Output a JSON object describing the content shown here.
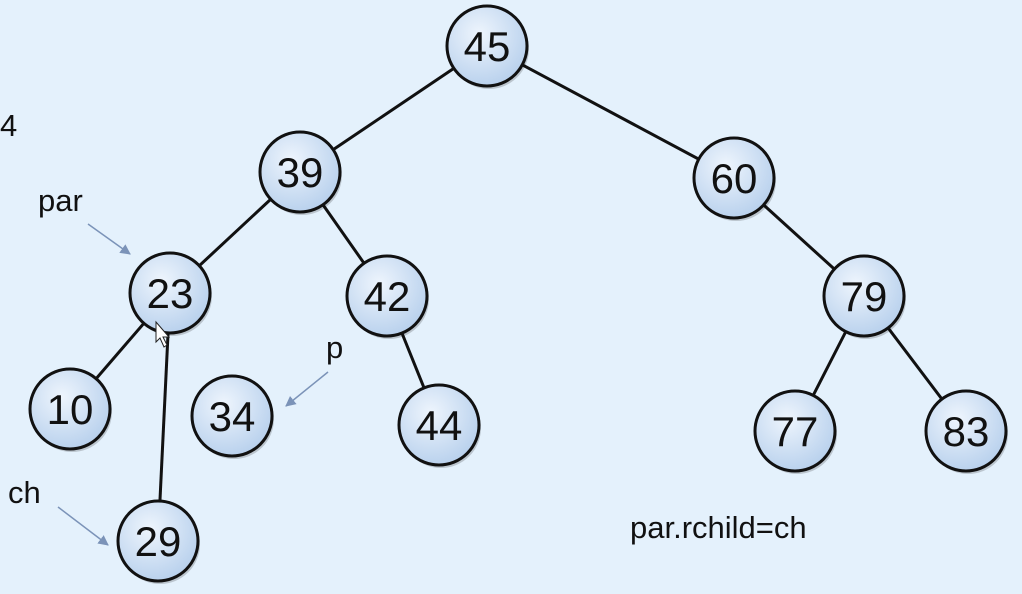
{
  "slide": {
    "page_fragment": "4",
    "annotations": {
      "par": "par",
      "p": "p",
      "ch": "ch",
      "code": "par.rchild=ch"
    }
  },
  "tree": {
    "nodes": [
      {
        "id": "n45",
        "label": "45"
      },
      {
        "id": "n39",
        "label": "39"
      },
      {
        "id": "n60",
        "label": "60"
      },
      {
        "id": "n23",
        "label": "23"
      },
      {
        "id": "n42",
        "label": "42"
      },
      {
        "id": "n79",
        "label": "79"
      },
      {
        "id": "n10",
        "label": "10"
      },
      {
        "id": "n34",
        "label": "34"
      },
      {
        "id": "n44",
        "label": "44"
      },
      {
        "id": "n77",
        "label": "77"
      },
      {
        "id": "n83",
        "label": "83"
      },
      {
        "id": "n29",
        "label": "29"
      }
    ],
    "edges": [
      [
        "n45",
        "n39"
      ],
      [
        "n45",
        "n60"
      ],
      [
        "n39",
        "n23"
      ],
      [
        "n39",
        "n42"
      ],
      [
        "n60",
        "n79"
      ],
      [
        "n23",
        "n10"
      ],
      [
        "n23",
        "n29"
      ],
      [
        "n42",
        "n44"
      ],
      [
        "n79",
        "n77"
      ],
      [
        "n79",
        "n83"
      ]
    ]
  },
  "colors": {
    "background": "#e4f1fc",
    "node_fill_light": "#eef5fd",
    "node_fill_dark": "#b6cfec",
    "node_stroke": "#111111",
    "pointer_arrow": "#7b93b8"
  }
}
